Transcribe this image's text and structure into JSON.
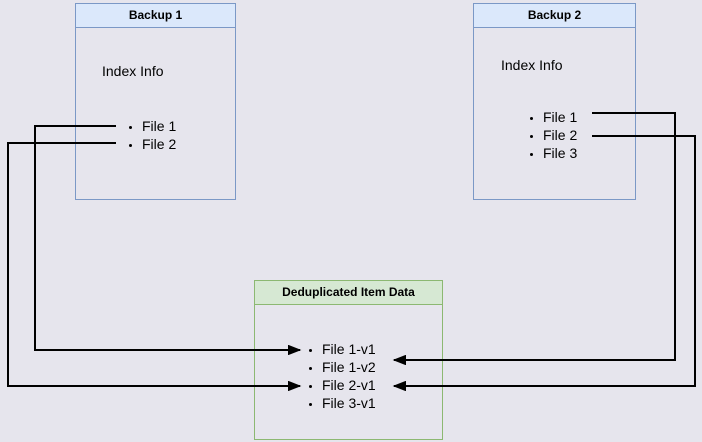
{
  "diagram": {
    "background_color": "#e6e5ed",
    "backup1": {
      "title": "Backup 1",
      "body_label": "Index Info",
      "items": [
        "File 1",
        "File 2"
      ],
      "header_fill": "#dbe8fb",
      "border_color": "#7b98c6"
    },
    "backup2": {
      "title": "Backup 2",
      "body_label": "Index Info",
      "items": [
        "File 1",
        "File 2",
        "File 3"
      ],
      "header_fill": "#dbe8fb",
      "border_color": "#7b98c6"
    },
    "dedup": {
      "title": "Deduplicated Item Data",
      "items": [
        "File 1-v1",
        "File 1-v2",
        "File 2-v1",
        "File 3-v1"
      ],
      "header_fill": "#d6e8d3",
      "border_color": "#8cb872"
    },
    "connections": [
      {
        "from": "Backup 1 / File 1",
        "to": "File 1-v1",
        "label": "Backup 1 File 1 to File 1-v1"
      },
      {
        "from": "Backup 1 / File 2",
        "to": "File 2-v1",
        "label": "Backup 1 File 2 to File 2-v1"
      },
      {
        "from": "Backup 2 / File 1",
        "to": "File 1-v2",
        "label": "Backup 2 File 1 to File 1-v2"
      },
      {
        "from": "Backup 2 / File 2",
        "to": "File 2-v1",
        "label": "Backup 2 File 2 to File 2-v1"
      }
    ],
    "line_color": "#000000"
  }
}
